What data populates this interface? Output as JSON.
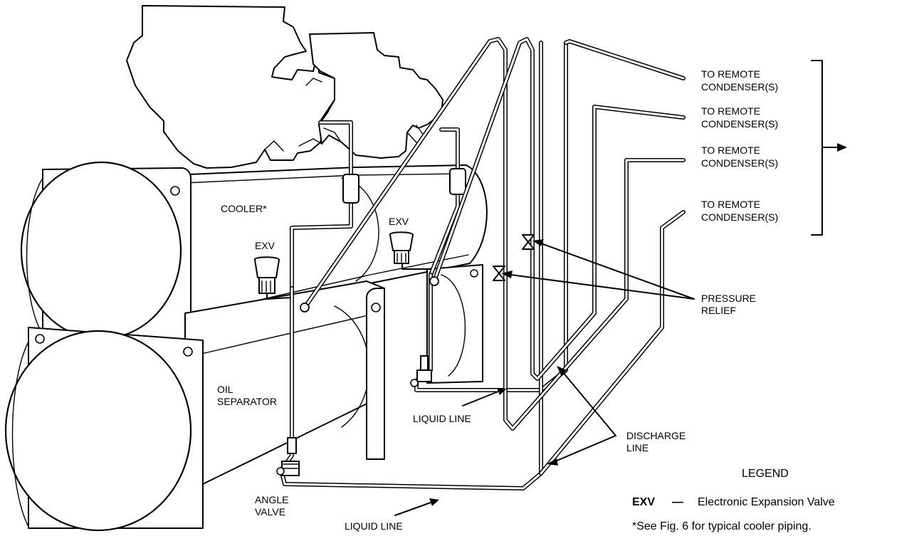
{
  "labels": {
    "remote_1_line1": "TO REMOTE",
    "remote_1_line2": "CONDENSER(S)",
    "remote_2_line1": "TO REMOTE",
    "remote_2_line2": "CONDENSER(S)",
    "remote_3_line1": "TO REMOTE",
    "remote_3_line2": "CONDENSER(S)",
    "remote_4_line1": "TO REMOTE",
    "remote_4_line2": "CONDENSER(S)",
    "cooler": "COOLER*",
    "exv_left": "EXV",
    "exv_right": "EXV",
    "pressure_relief_line1": "PRESSURE",
    "pressure_relief_line2": "RELIEF",
    "oil_separator_line1": "OIL",
    "oil_separator_line2": "SEPARATOR",
    "liquid_line_upper": "LIQUID LINE",
    "liquid_line_lower": "LIQUID LINE",
    "discharge_line1": "DISCHARGE",
    "discharge_line2": "LINE",
    "angle_valve_line1": "ANGLE",
    "angle_valve_line2": "VALVE"
  },
  "legend": {
    "title": "LEGEND",
    "abbr": "EXV",
    "dash": "—",
    "definition": "Electronic Expansion Valve",
    "footnote": "*See Fig. 6 for typical cooler piping."
  }
}
